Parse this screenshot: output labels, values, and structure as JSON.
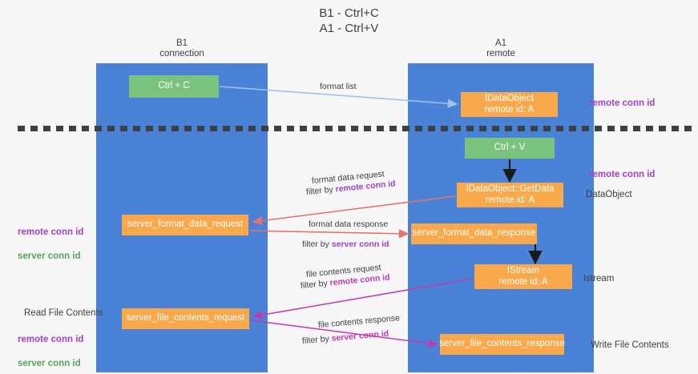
{
  "title": "B1 - Ctrl+C\nA1 - Ctrl+V",
  "lanes": {
    "left": {
      "name": "B1",
      "role": "connection",
      "label": "B1\nconnection",
      "color": "#4a82d8"
    },
    "right": {
      "name": "A1",
      "role": "remote",
      "label": "A1\nremote",
      "color": "#4a82d8"
    }
  },
  "colors": {
    "lane": "#4a82d8",
    "orange_box": "#f9a94b",
    "green_box": "#79c37f",
    "purple_text": "#a142c4",
    "green_text": "#55a35c",
    "magenta_arrow": "#c13ab0",
    "red_arrow": "#e8706a",
    "lightblue_arrow": "#9cc3ec",
    "divider": "#3c4043",
    "background": "#f7f7f7"
  },
  "boxes": {
    "ctrl_c": "Ctrl + C",
    "idataobject": "IDataObject\nremote id: A",
    "ctrl_v": "Ctrl + V",
    "getdata": "IDataObject::GetData\nremote id: A",
    "server_format_data_request": "server_format_data_request",
    "server_format_data_response": "server_format_data_response",
    "istream": "IStream\nremote id: A",
    "server_file_contents_request": "server_file_contents_request",
    "server_file_contents_response": "server_file_contents_response"
  },
  "side_labels": {
    "remote_conn_id_top": "remote conn id",
    "remote_conn_id_mid": "remote conn id",
    "dataobject": "DataObject",
    "istream": "Istream",
    "write_file_contents": "Write File Contents",
    "read_file_contents": "Read File Contents",
    "left_remote_conn_id_1": "remote conn id",
    "left_server_conn_id_1": "server conn id",
    "left_remote_conn_id_2": "remote conn id",
    "left_server_conn_id_2": "server conn id"
  },
  "captions": {
    "format_list": "format list",
    "format_data_request": "format data request",
    "format_data_request_filter_prefix": "filter by ",
    "format_data_request_filter_value": "remote conn id",
    "format_data_response": "format data response",
    "format_data_response_filter_prefix": "filter by ",
    "format_data_response_filter_value": "server conn id",
    "file_contents_request": "file contents request",
    "file_contents_request_filter_prefix": "filter by ",
    "file_contents_request_filter_value": "remote conn id",
    "file_contents_response": "file contents response",
    "file_contents_response_filter_prefix": "filter by ",
    "file_contents_response_filter_value": "server conn id"
  }
}
